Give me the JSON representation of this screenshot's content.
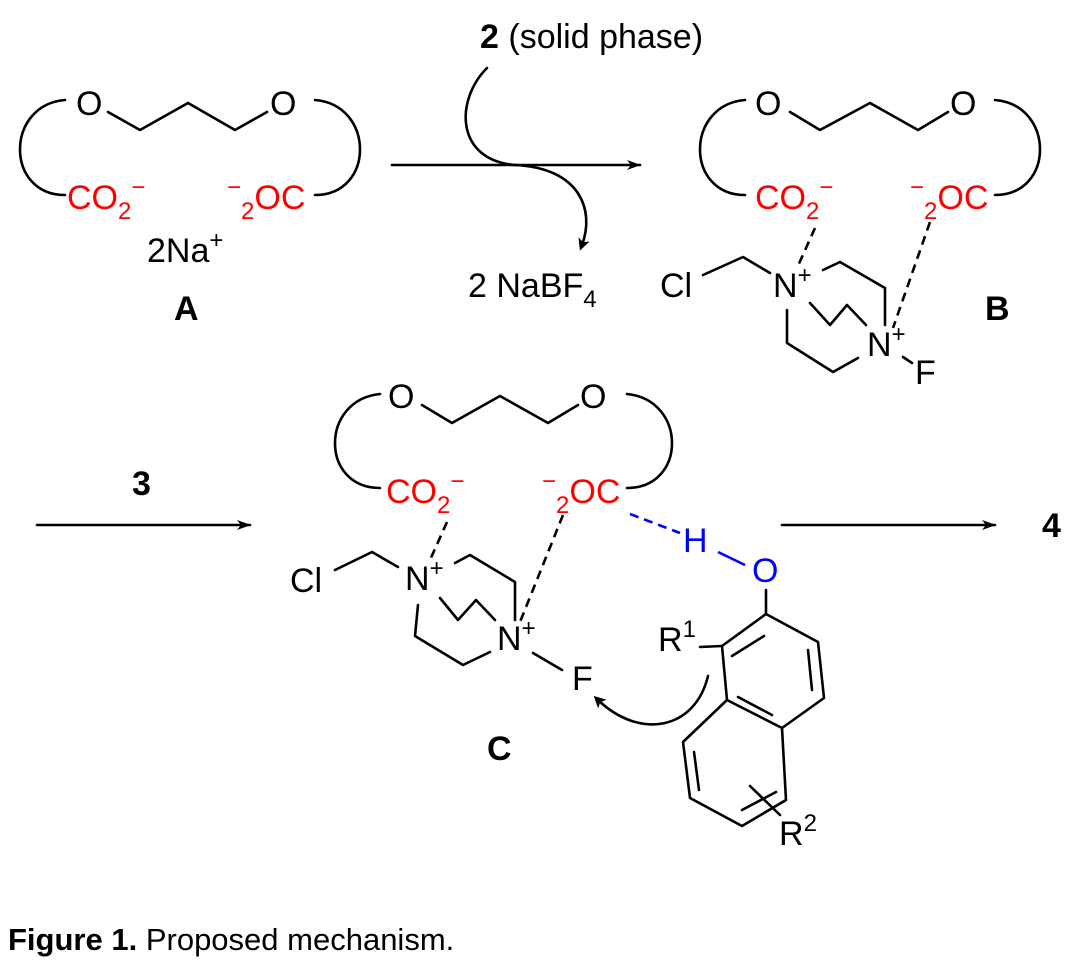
{
  "colors": {
    "carboxylate": "#ff0000",
    "hydrogen_bond": "#0000ff",
    "default": "#000000"
  },
  "species": {
    "A": {
      "label": "A",
      "ether_O_left": "O",
      "ether_O_right": "O",
      "carboxylate_left": "CO2−",
      "carboxylate_right": "−2OC",
      "counterion": "2Na+"
    },
    "B": {
      "label": "B",
      "ether_O_left": "O",
      "ether_O_right": "O",
      "carboxylate_left": "CO2−",
      "carboxylate_right": "−2OC",
      "chloro": "Cl",
      "N1": "N+",
      "N2": "N+",
      "fluoro": "F"
    },
    "C": {
      "label": "C",
      "ether_O_left": "O",
      "ether_O_right": "O",
      "carboxylate_left": "CO2−",
      "carboxylate_right": "−2OC",
      "chloro": "Cl",
      "N1": "N+",
      "N2": "N+",
      "fluoro": "F",
      "hydroxyl_H": "H",
      "hydroxyl_O": "O",
      "R1": "R1",
      "R2": "R2"
    }
  },
  "steps": [
    {
      "from": "A",
      "to": "B",
      "reagent_bold": "2",
      "reagent_note": "(solid phase)",
      "byproduct": "2 NaBF4"
    },
    {
      "from": "",
      "to": "C",
      "reagent_bold": "3"
    },
    {
      "from": "C",
      "to": "4",
      "product": "4"
    }
  ],
  "caption": {
    "label": "Figure 1.",
    "text": "Proposed mechanism."
  }
}
